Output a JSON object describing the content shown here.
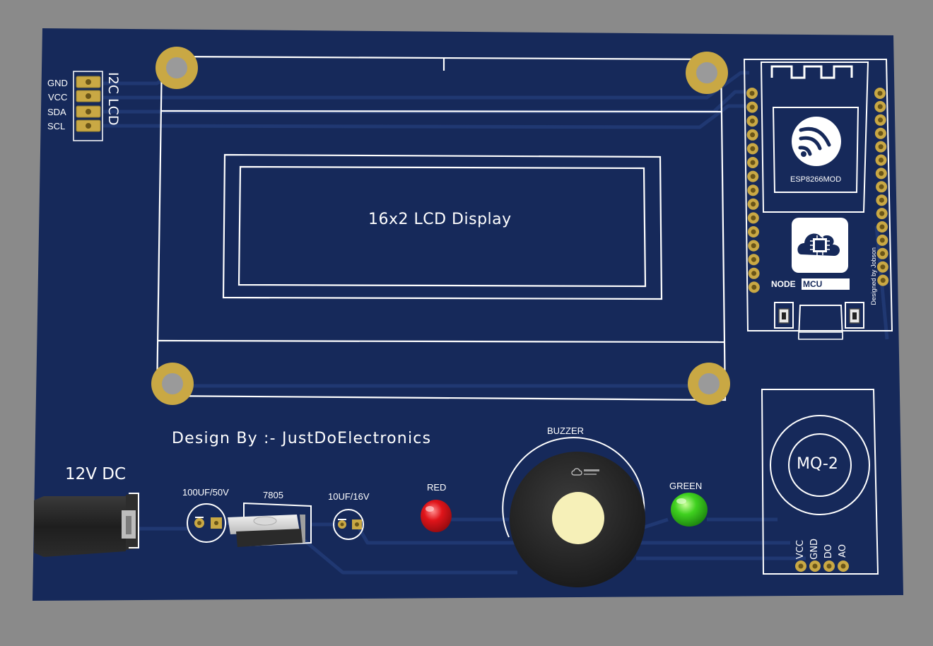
{
  "board": {
    "colors": {
      "background": "#8a8a8a",
      "substrate": "#16295a",
      "trace": "#203872",
      "silkscreen": "#ffffff",
      "copper_pad": "#c9a844",
      "hole": "#9a9a9a",
      "led_red": "#e0141a",
      "led_green": "#3fd11f",
      "buzzer_body": "#2a2a2a",
      "buzzer_center": "#f6f0b8"
    },
    "i2c": {
      "header_label": "I2C LCD",
      "pins": [
        "GND",
        "VCC",
        "SDA",
        "SCL"
      ]
    },
    "lcd": {
      "label": "16x2 LCD Display"
    },
    "esp": {
      "module_label": "ESP8266MOD",
      "brand_prefix": "NODE",
      "brand_suffix": "MCU",
      "designer": "Designed by Jobson",
      "logo_icon": "espressif-wifi-icon",
      "chip_icon": "nodemcu-cloud-chip-icon"
    },
    "credit": "Design By :- JustDoElectronics",
    "power": {
      "label": "12V DC"
    },
    "components": {
      "cap1": "100UF/50V",
      "regulator": "7805",
      "cap2": "10UF/16V",
      "led_red": "RED",
      "buzzer": "BUZZER",
      "led_green": "GREEN"
    },
    "mq2": {
      "label": "MQ-2",
      "pins": [
        "VCC",
        "GND",
        "DO",
        "AO"
      ]
    }
  }
}
